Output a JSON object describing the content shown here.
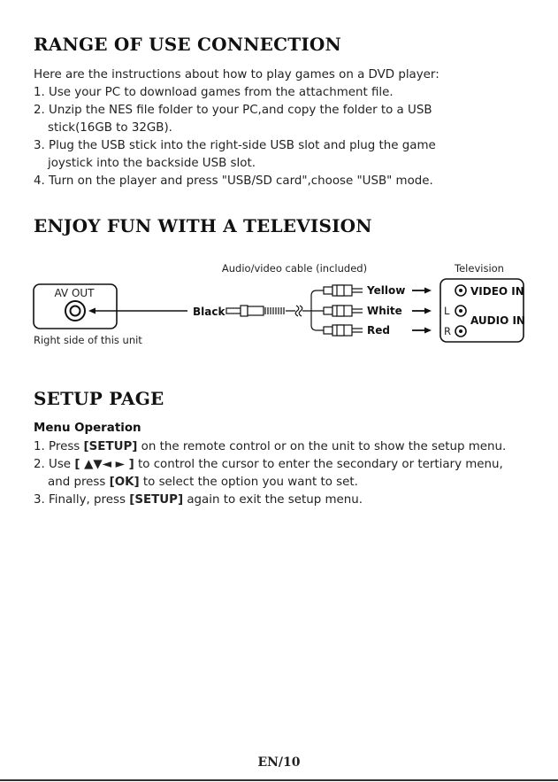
{
  "section1": {
    "title": "RANGE OF USE CONNECTION",
    "intro": "Here are the instructions about how to play games on a DVD player:",
    "steps": [
      "1. Use your PC to download games from the attachment file.",
      "2. Unzip the NES file folder to your PC,and copy the folder to a USB",
      "stick(16GB to 32GB).",
      "3. Plug the USB stick into the right-side USB slot and plug the game",
      "joystick into the backside USB slot.",
      "4. Turn on the player and press \"USB/SD card\",choose \"USB\" mode."
    ]
  },
  "section2": {
    "title": "ENJOY FUN WITH A TELEVISION",
    "diagram": {
      "cable_label": "Audio/video cable (included)",
      "tv_label": "Television",
      "av_out": "AV OUT",
      "unit_caption": "Right side of this unit",
      "black": "Black",
      "yellow": "Yellow",
      "white": "White",
      "red": "Red",
      "video_in": "VIDEO IN",
      "audio_in": "AUDIO IN",
      "l": "L",
      "r": "R"
    }
  },
  "section3": {
    "title": "SETUP PAGE",
    "subtitle": "Menu Operation",
    "l1a": "1. Press ",
    "l1k": "[SETUP]",
    "l1b": " on the remote control or on the unit to show the setup menu.",
    "l2a": "2. Use ",
    "l2k": "[ ▲▼◄ ► ]",
    "l2b": " to control the cursor to enter the secondary or tertiary menu,",
    "l3a": "and press ",
    "l3k": "[OK]",
    "l3b": " to select the option you want to set.",
    "l4a": "3. Finally, press ",
    "l4k": "[SETUP]",
    "l4b": " again to exit the setup menu."
  },
  "footer": {
    "page": "EN/10"
  }
}
